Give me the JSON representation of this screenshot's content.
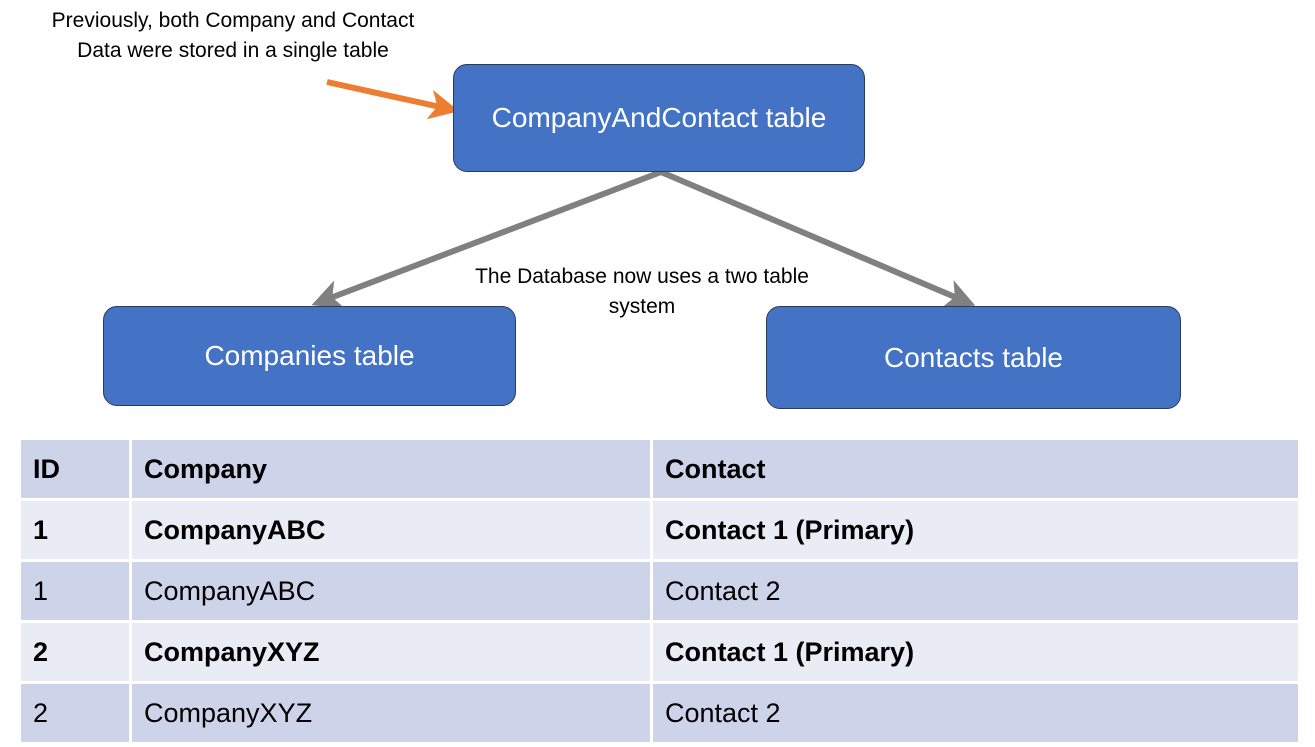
{
  "annotations": {
    "previous_note": "Previously, both Company and Contact\nData were stored in a single table",
    "two_table_note": "The Database now uses a two table\nsystem"
  },
  "diagram": {
    "nodes": {
      "root": {
        "label": "CompanyAndContact\ntable"
      },
      "left": {
        "label": "Companies table"
      },
      "right": {
        "label": "Contacts table"
      }
    },
    "colors": {
      "node_fill": "#4472C4",
      "node_border": "#2B3B5C",
      "node_text": "#FFFFFF",
      "split_arrow": "#808080",
      "callout_arrow": "#ED7D31"
    }
  },
  "table": {
    "columns": [
      "ID",
      "Company",
      "Contact"
    ],
    "rows": [
      {
        "id": "1",
        "company": "CompanyABC",
        "contact": "Contact 1 (Primary)",
        "emphasis": "bold",
        "shade": "light"
      },
      {
        "id": "1",
        "company": "CompanyABC",
        "contact": "Contact 2",
        "emphasis": "normal",
        "shade": "dark"
      },
      {
        "id": "2",
        "company": "CompanyXYZ",
        "contact": "Contact 1 (Primary)",
        "emphasis": "bold",
        "shade": "light"
      },
      {
        "id": "2",
        "company": "CompanyXYZ",
        "contact": "Contact 2",
        "emphasis": "normal",
        "shade": "dark"
      }
    ],
    "colors": {
      "header_bg": "#CDD3E8",
      "row_light_bg": "#E9EBF5",
      "row_dark_bg": "#CDD3E8",
      "grid": "#FFFFFF"
    }
  }
}
